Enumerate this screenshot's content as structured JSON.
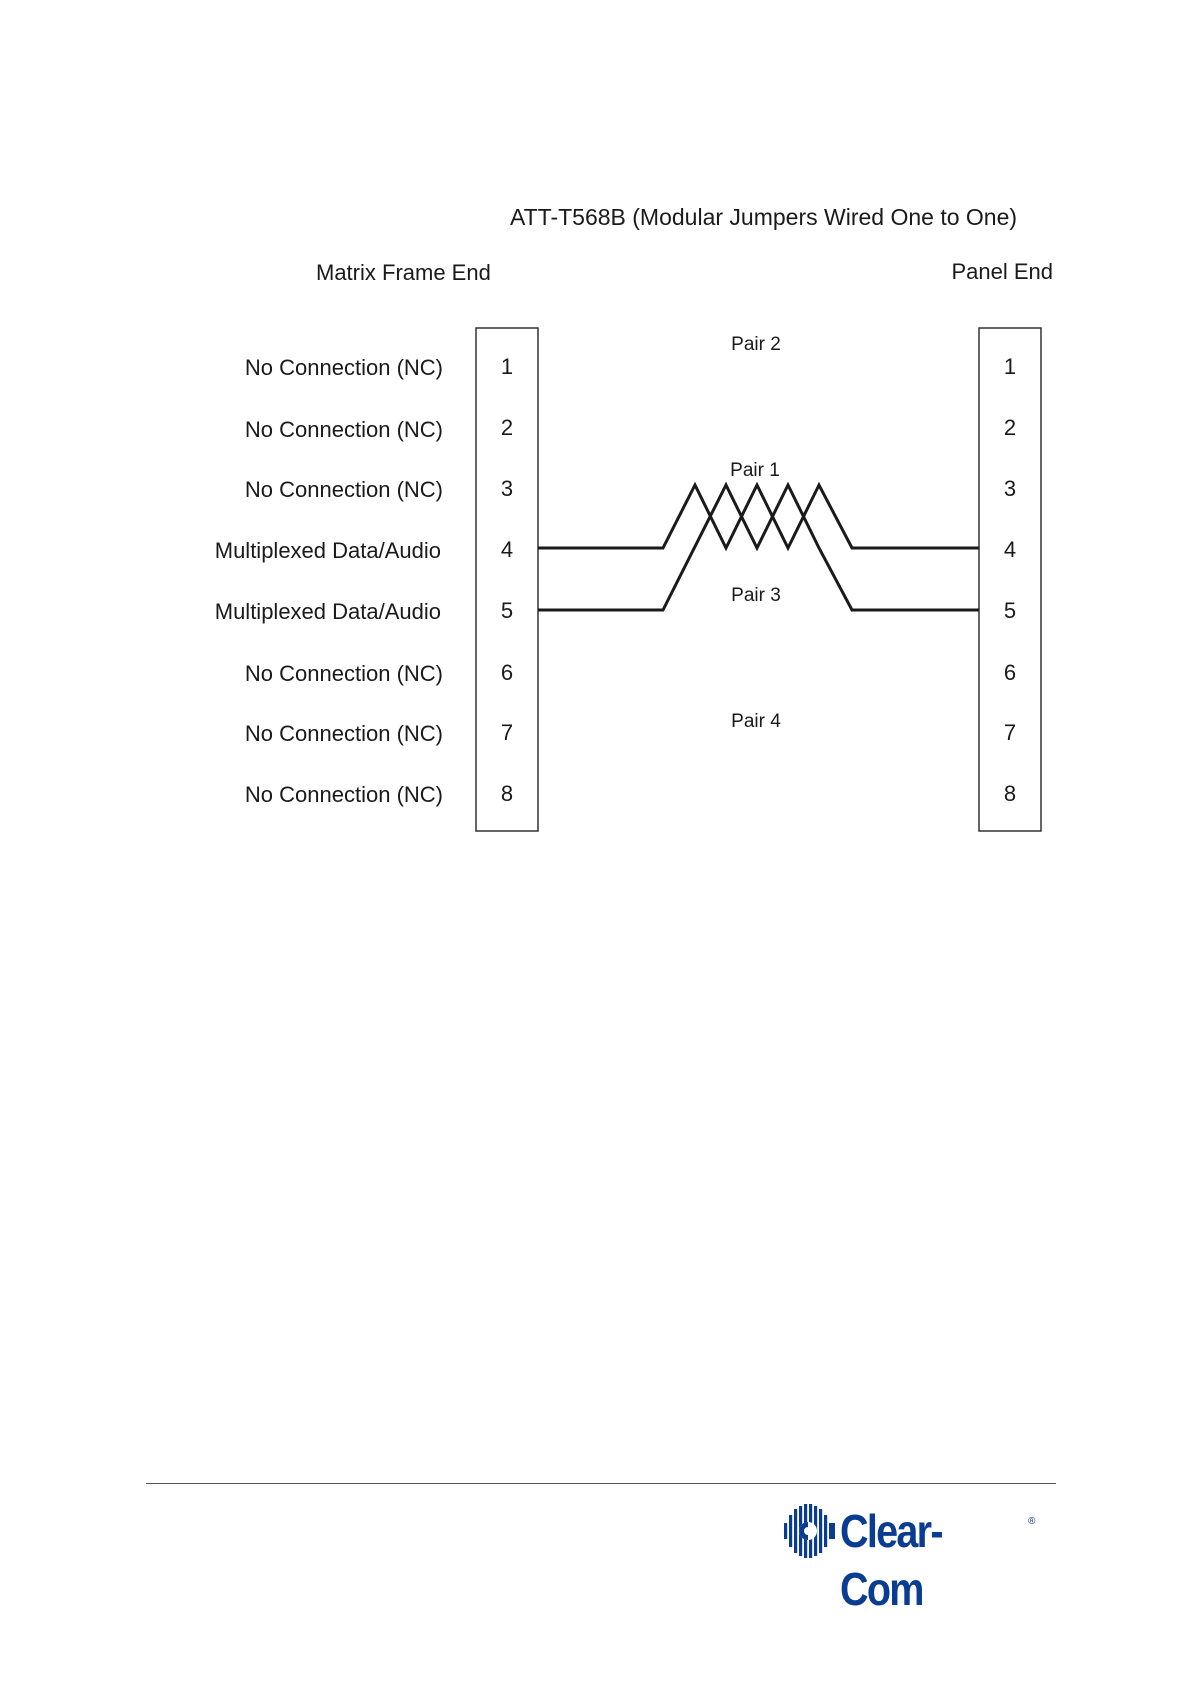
{
  "diagram": {
    "title": "ATT-T568B (Modular Jumpers Wired One to One)",
    "left_end_label": "Matrix Frame End",
    "right_end_label": "Panel End",
    "pins": [
      {
        "number": "1",
        "label": "No Connection (NC)"
      },
      {
        "number": "2",
        "label": "No Connection (NC)"
      },
      {
        "number": "3",
        "label": "No Connection (NC)"
      },
      {
        "number": "4",
        "label": "Multiplexed Data/Audio"
      },
      {
        "number": "5",
        "label": "Multiplexed Data/Audio"
      },
      {
        "number": "6",
        "label": "No Connection (NC)"
      },
      {
        "number": "7",
        "label": "No Connection (NC)"
      },
      {
        "number": "8",
        "label": "No Connection (NC)"
      }
    ],
    "pairs": [
      "Pair 2",
      "Pair 1",
      "Pair 3",
      "Pair 4"
    ],
    "connections": [
      {
        "from_pin": "4",
        "to_pin": "4",
        "twisted": true
      },
      {
        "from_pin": "5",
        "to_pin": "5",
        "twisted": true
      }
    ]
  },
  "footer": {
    "logo_text": "Clear-Com",
    "logo_mark": "®",
    "brand_color": "#0a3d91"
  }
}
